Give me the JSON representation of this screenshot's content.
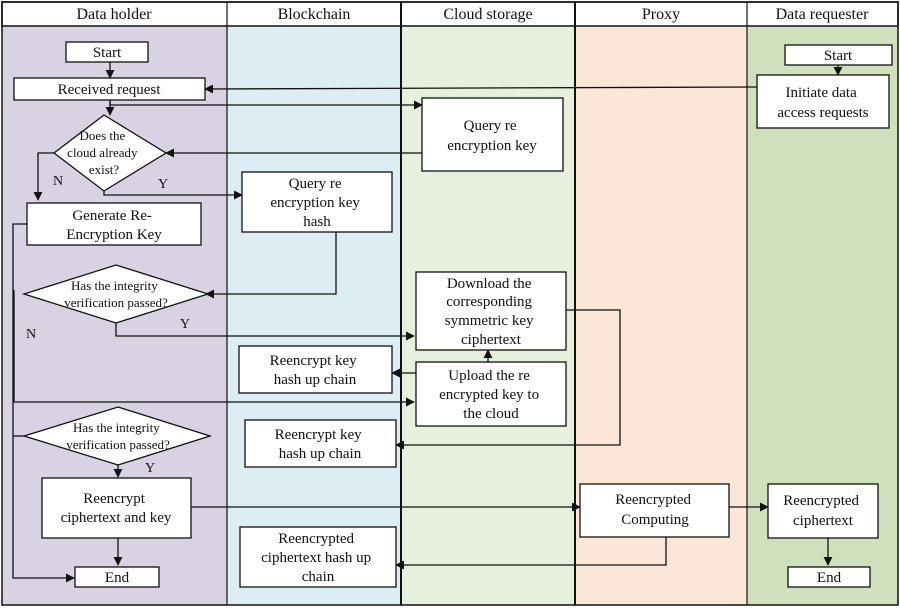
{
  "colors": {
    "data_holder": "#d9d2e3",
    "blockchain": "#dcedf3",
    "cloud_storage": "#e6f0dc",
    "proxy": "#fbe6d8",
    "data_requester": "#cfe0bc",
    "stroke": "#111111"
  },
  "lanes": {
    "data_holder": "Data holder",
    "blockchain": "Blockchain",
    "cloud_storage": "Cloud storage",
    "proxy": "Proxy",
    "data_requester": "Data requester"
  },
  "nodes": {
    "start_holder": "Start",
    "received_request": "Received request",
    "cloud_exist": [
      "Does the",
      "cloud already",
      "exist?"
    ],
    "generate_key": [
      "Generate Re-",
      "Encryption Key"
    ],
    "integrity_1": [
      "Has the integrity",
      "verification passed?"
    ],
    "integrity_2": [
      "Has the integrity",
      "verification passed?"
    ],
    "reencrypt_ciphertext_key": [
      "Reencrypt",
      "ciphertext and key"
    ],
    "end_holder": "End",
    "query_hash": [
      "Query re",
      "encryption key",
      "hash"
    ],
    "reencrypt_hash_chain_1": [
      "Reencrypt key",
      "hash up chain"
    ],
    "reencrypt_hash_chain_2": [
      "Reencrypt key",
      "hash up chain"
    ],
    "reencrypted_ciphertext_chain": [
      "Reencrypted",
      "ciphertext hash up",
      "chain"
    ],
    "query_key": [
      "Query re",
      "encryption key"
    ],
    "download_symmetric": [
      "Download the",
      "corresponding",
      "symmetric key",
      "ciphertext"
    ],
    "upload_key": [
      "Upload the re",
      "encrypted key to",
      "the cloud"
    ],
    "reencrypted_computing": [
      "Reencrypted",
      "Computing"
    ],
    "start_requester": "Start",
    "initiate_requests": [
      "Initiate data",
      "access requests"
    ],
    "reencrypted_ciphertext": [
      "Reencrypted",
      "ciphertext"
    ],
    "end_requester": "End"
  },
  "labels": {
    "no_1": "N",
    "yes_1": "Y",
    "yes_2": "Y",
    "no_2": "N",
    "yes_3": "Y"
  }
}
